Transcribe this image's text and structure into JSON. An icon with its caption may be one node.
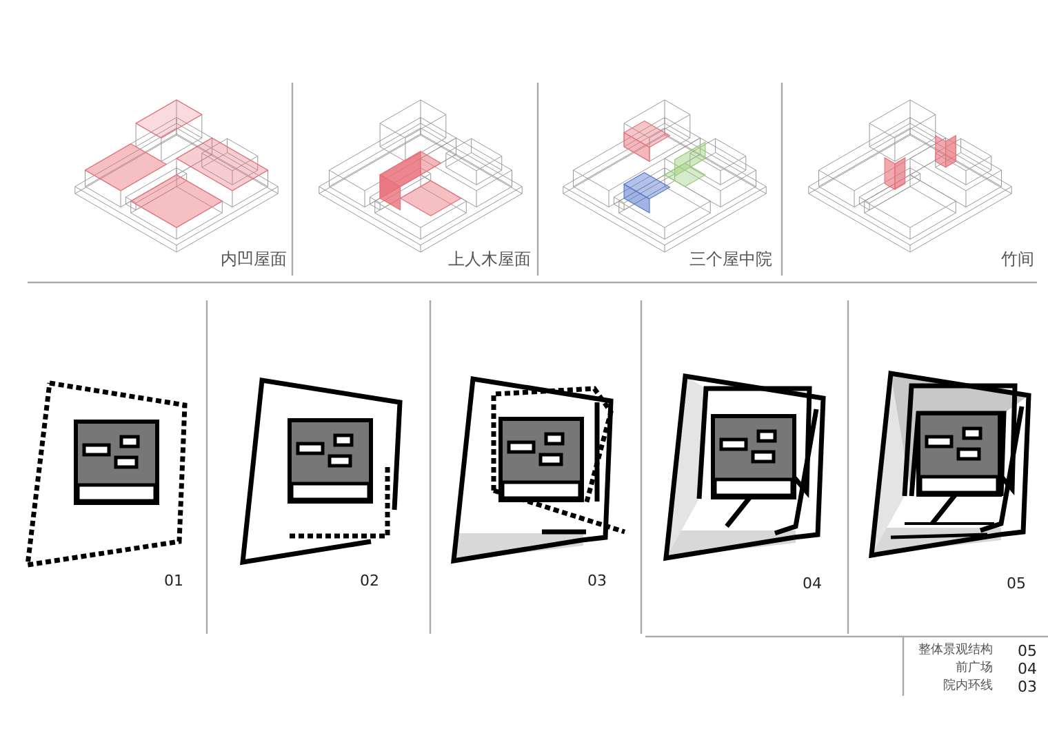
{
  "diagram": {
    "labels": [
      "内凹屋面",
      "上人木屋面",
      "三个屋中院",
      "竹间",
      "01",
      "02",
      "03",
      "04",
      "05",
      "整体景观结构",
      "05",
      "前广场",
      "04",
      "院内环线",
      "03"
    ]
  }
}
